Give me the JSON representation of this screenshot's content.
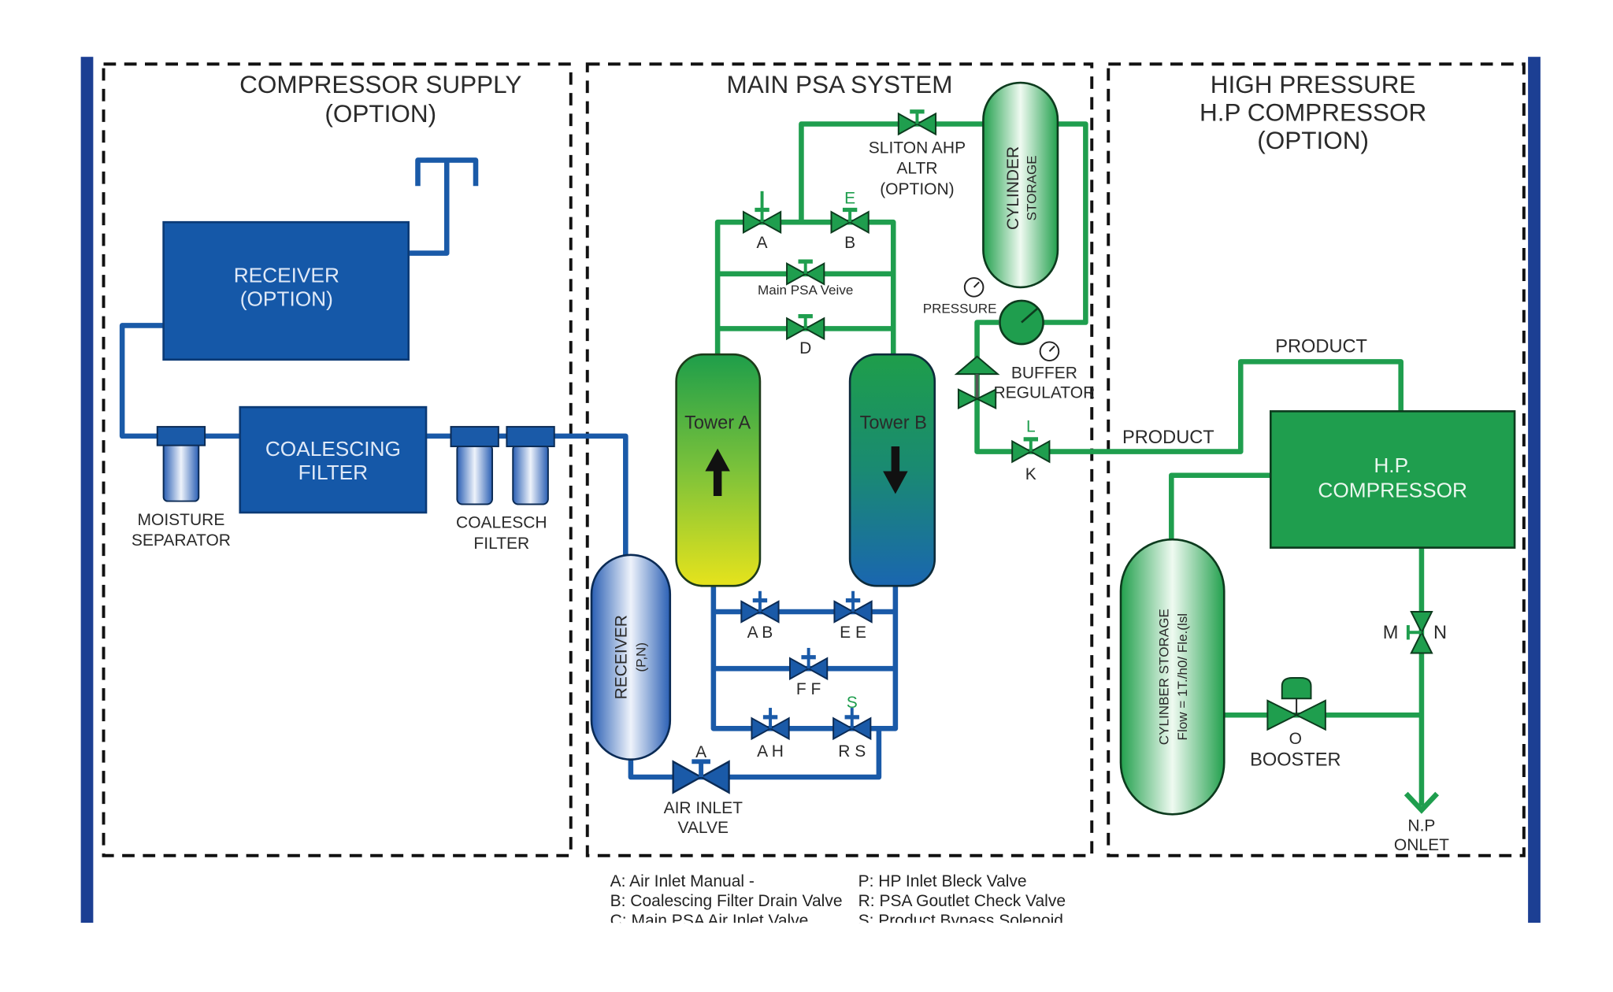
{
  "colors": {
    "blue": "#1a5aa8",
    "green": "#1f9e4e",
    "frame": "#1c3f93"
  },
  "sections": {
    "compressor_supply": {
      "title": [
        "COMPRESSOR SUPPLY",
        "(OPTION)"
      ]
    },
    "main_psa": {
      "title": "MAIN PSA SYSTEM"
    },
    "high_pressure": {
      "title": [
        "HIGH PRESSURE",
        "H.P COMPRESSOR",
        "(OPTION)"
      ]
    }
  },
  "components": {
    "receiver_option": [
      "RECEIVER",
      "(OPTION)"
    ],
    "coalescing_filter": [
      "COALESCING",
      "FILTER"
    ],
    "moisture_separator": [
      "MOISTURE",
      "SEPARATOR"
    ],
    "coalesch_filter": [
      "COALESCH",
      "FILTER"
    ],
    "receiver_pn": [
      "RECEIVER",
      "(P,N)"
    ],
    "tower_a": "Tower A",
    "tower_b": "Tower B",
    "sliton_valve": [
      "SLITON AHP",
      "ALTR",
      "(OPTION)"
    ],
    "cylinder_storage_top": [
      "CYLINDER",
      "STORAGE"
    ],
    "pressure": "PRESSURE",
    "buffer_regulator": [
      "BUFFER",
      "REGULATOR"
    ],
    "main_psa_valve": "Main PSA Veive",
    "air_inlet_valve": [
      "AIR INLET",
      "VALVE"
    ],
    "product_upper": "PRODUCT",
    "product_lower": "PRODUCT",
    "hp_compressor": [
      "H.P.",
      "COMPRESSOR"
    ],
    "cylinder_storage_right": [
      "CYLINBER STORAGE",
      "Flow = 1T./h0/ Fle.(lsl"
    ],
    "booster": "BOOSTER",
    "np_onlet": [
      "N.P",
      "ONLET"
    ]
  },
  "valve_letters": {
    "a_top": "A",
    "b_top": "B",
    "e_top": "E",
    "d": "D",
    "ab": "A B",
    "ee": "E E",
    "ff": "F F",
    "ah": "A H",
    "rs": "R S",
    "s": "S",
    "a_inlet": "A",
    "l": "L",
    "k": "K",
    "m": "M",
    "n": "N",
    "o": "O"
  },
  "legend": {
    "left": [
      "A: Air Inlet Manual  -",
      "B: Coalescing Filter Drain Valve",
      "C: Main PSA Air Inlet Valve"
    ],
    "right": [
      "P: HP Inlet Bleck Valve",
      "R: PSA Goutlet Check Valve",
      "S: Product Bypass Solenoid"
    ]
  }
}
